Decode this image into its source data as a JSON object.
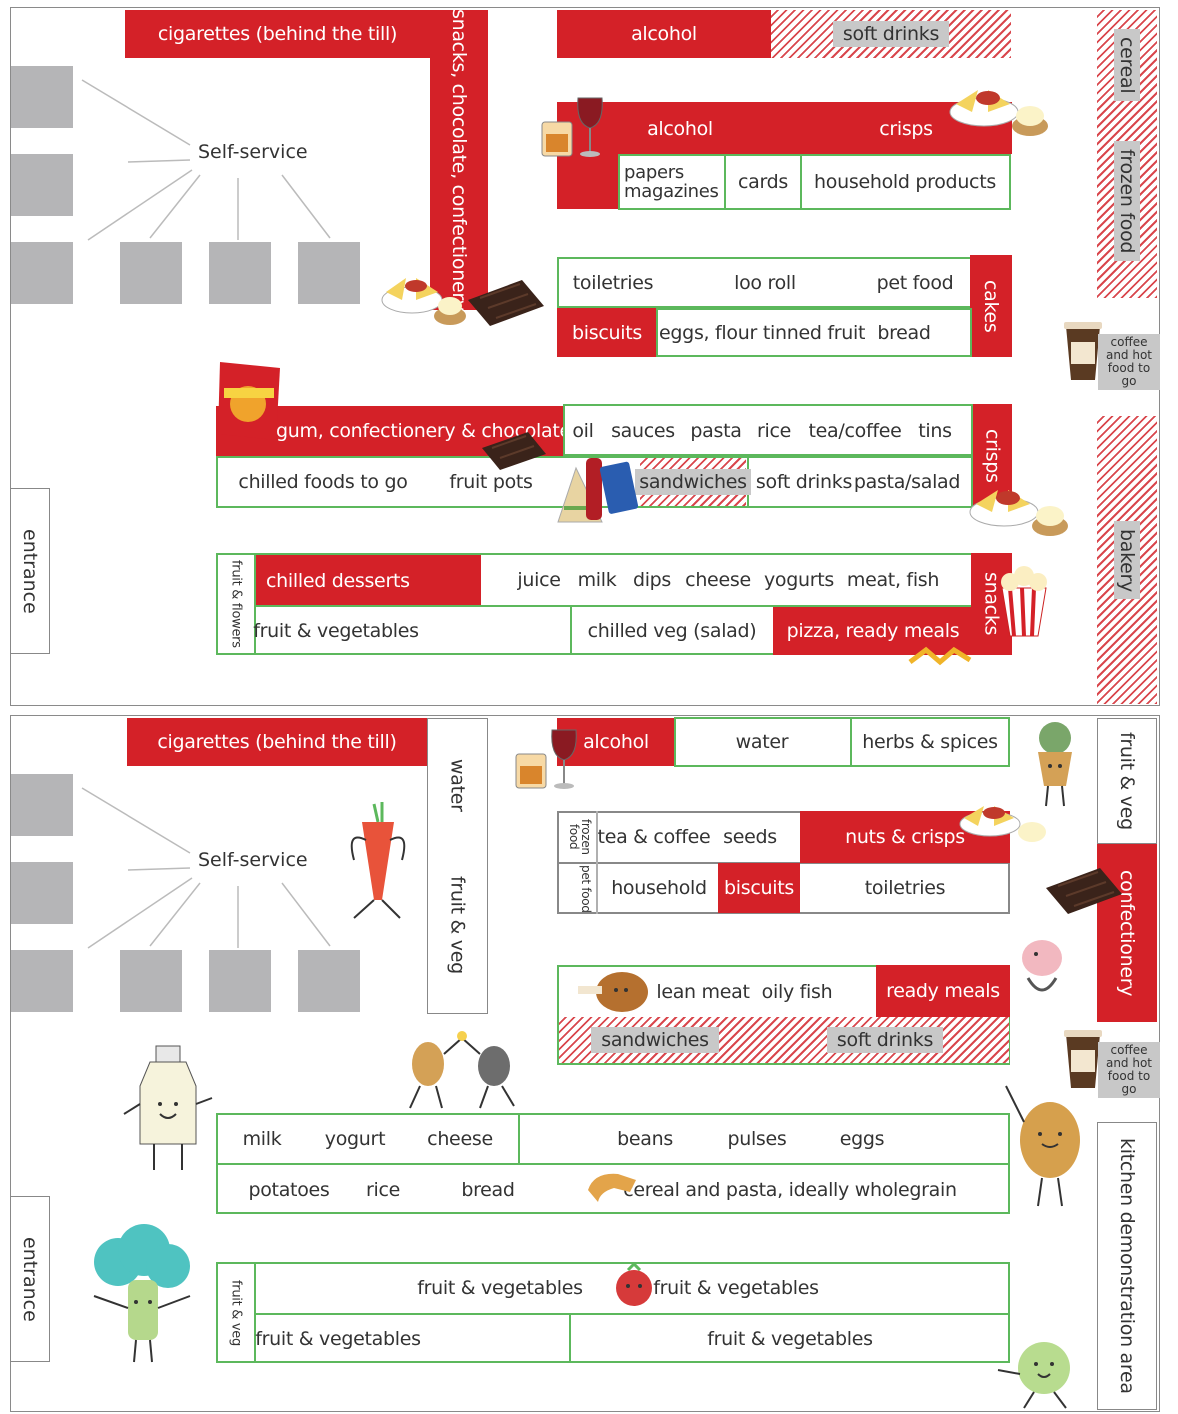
{
  "top": {
    "self_service": "Self-service",
    "entrance": "entrance",
    "cigarettes": "cigarettes (behind the till)",
    "snacks_vertical": "snacks, chocolate, confectionery",
    "alcohol_top": "alcohol",
    "soft_drinks_top": "soft drinks",
    "cereal": "cereal",
    "frozen_food": "frozen food",
    "bakery": "bakery",
    "coffee": "coffee and hot food to go",
    "aisle1": {
      "alcohol": "alcohol",
      "crisps": "crisps",
      "papers": "papers magazines",
      "cards": "cards",
      "household": "household products"
    },
    "aisle2": {
      "toiletries": "toiletries",
      "loo_roll": "loo roll",
      "pet_food": "pet food",
      "cakes": "cakes",
      "biscuits": "biscuits",
      "eggs_flour": "eggs, flour",
      "tinned_fruit": "tinned fruit",
      "bread": "bread"
    },
    "aisle3": {
      "gum": "gum, confectionery & chocolate",
      "oil": "oil",
      "sauces": "sauces",
      "pasta": "pasta",
      "rice": "rice",
      "tea_coffee": "tea/coffee",
      "tins": "tins",
      "crisps": "crisps",
      "chilled_to_go": "chilled foods to go",
      "fruit_pots": "fruit pots",
      "sandwiches": "sandwiches",
      "soft_drinks": "soft drinks",
      "pasta_salad": "pasta/salad"
    },
    "aisle4": {
      "fruit_flowers": "fruit & flowers",
      "chilled_desserts": "chilled desserts",
      "juice": "juice",
      "milk": "milk",
      "dips": "dips",
      "cheese": "cheese",
      "yogurts": "yogurts",
      "meat_fish": "meat, fish",
      "snacks": "snacks",
      "fruit_veg": "fruit & vegetables",
      "chilled_veg": "chilled veg (salad)",
      "pizza": "pizza, ready meals"
    }
  },
  "bottom": {
    "self_service": "Self-service",
    "entrance": "entrance",
    "cigarettes": "cigarettes (behind the till)",
    "water_v": "water",
    "fruit_veg_v": "fruit & veg",
    "alcohol": "alcohol",
    "water": "water",
    "herbs": "herbs & spices",
    "fruit_veg_right": "fruit & veg",
    "confectionery": "confectionery",
    "coffee": "coffee and hot food to go",
    "kitchen": "kitchen demonstration area",
    "aisle1": {
      "frozen_food": "frozen food",
      "tea_coffee": "tea & coffee",
      "seeds": "seeds",
      "nuts_crisps": "nuts & crisps",
      "pet_food": "pet food",
      "household": "household",
      "biscuits": "biscuits",
      "toiletries": "toiletries"
    },
    "aisle2": {
      "lean_meat": "lean meat",
      "oily_fish": "oily fish",
      "ready_meals": "ready meals",
      "sandwiches": "sandwiches",
      "soft_drinks": "soft drinks"
    },
    "aisle3": {
      "milk": "milk",
      "yogurt": "yogurt",
      "cheese": "cheese",
      "beans": "beans",
      "pulses": "pulses",
      "eggs": "eggs",
      "potatoes": "potatoes",
      "rice": "rice",
      "bread": "bread",
      "cereal": "cereal and pasta, ideally wholegrain"
    },
    "aisle4": {
      "fruit_veg_side": "fruit & veg",
      "fv1": "fruit & vegetables",
      "fv2": "fruit & vegetables",
      "fv3": "fruit & vegetables",
      "fv4": "fruit & vegetables"
    }
  },
  "colors": {
    "red": "#d42128",
    "green": "#5cb85c",
    "grey": "#b5b5b7"
  }
}
